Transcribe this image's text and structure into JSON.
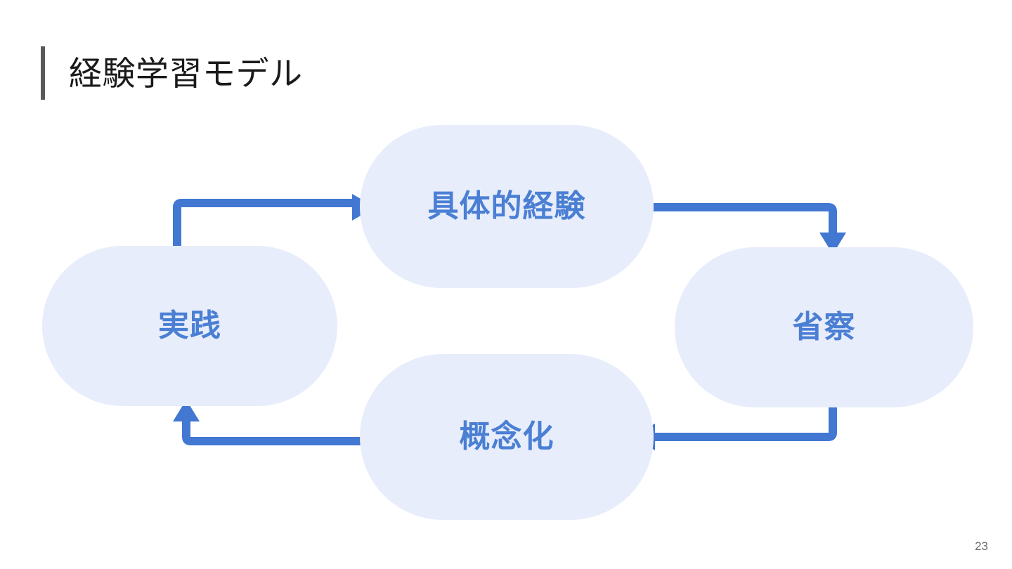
{
  "slide": {
    "title": "経験学習モデル",
    "page_number": "23",
    "accent_color": "#595959",
    "background_color": "#ffffff"
  },
  "diagram": {
    "name": "experiential-learning-cycle",
    "node_fill_color": "#e8edfb",
    "node_text_color": "#4a7fd4",
    "arrow_color": "#4277d2",
    "nodes": [
      {
        "id": "concrete-experience",
        "label": "具体的経験",
        "position": "top"
      },
      {
        "id": "reflection",
        "label": "省察",
        "position": "right"
      },
      {
        "id": "conceptualization",
        "label": "概念化",
        "position": "bottom"
      },
      {
        "id": "practice",
        "label": "実践",
        "position": "left"
      }
    ],
    "arrows": [
      {
        "id": "practice-to-experience",
        "from": "practice",
        "to": "concrete-experience",
        "direction": "right"
      },
      {
        "id": "experience-to-reflection",
        "from": "concrete-experience",
        "to": "reflection",
        "direction": "down"
      },
      {
        "id": "reflection-to-conceptualization",
        "from": "reflection",
        "to": "conceptualization",
        "direction": "left"
      },
      {
        "id": "conceptualization-to-practice",
        "from": "conceptualization",
        "to": "practice",
        "direction": "up"
      }
    ]
  }
}
